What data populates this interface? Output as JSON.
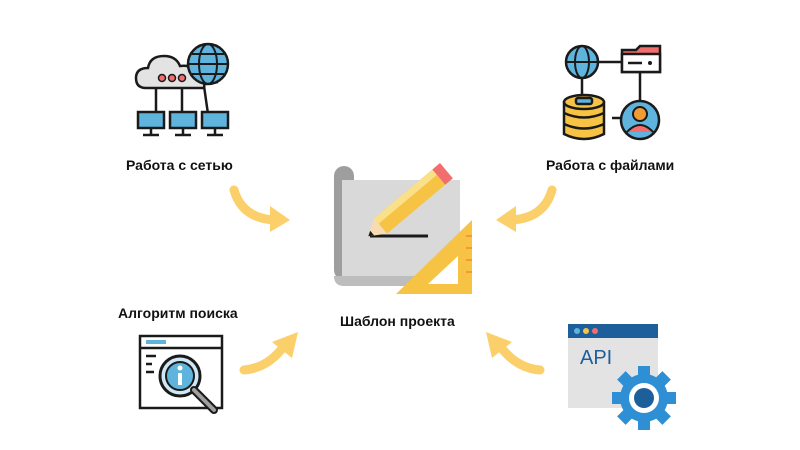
{
  "diagram": {
    "center_label": "Шаблон проекта",
    "nodes": [
      {
        "id": "network",
        "label": "Работа с сетью",
        "icon": "network-cloud-icon"
      },
      {
        "id": "files",
        "label": "Работа с файлами",
        "icon": "file-database-icon"
      },
      {
        "id": "search",
        "label": "Алгоритм поиска",
        "icon": "search-algorithm-icon"
      },
      {
        "id": "api",
        "label": "API",
        "icon": "api-gear-icon"
      }
    ]
  },
  "colors": {
    "arrow": "#fbcf69",
    "blue": "#5fb4dd",
    "dark_blue": "#1d5f9b",
    "yellow": "#f6c344",
    "orange": "#f29b35",
    "outline": "#1a1a1a",
    "paper": "#d9d9d9",
    "paper_dark": "#9e9e9e",
    "gear": "#2e8fd4",
    "window": "#e3e3e3",
    "red": "#f26d6d"
  }
}
